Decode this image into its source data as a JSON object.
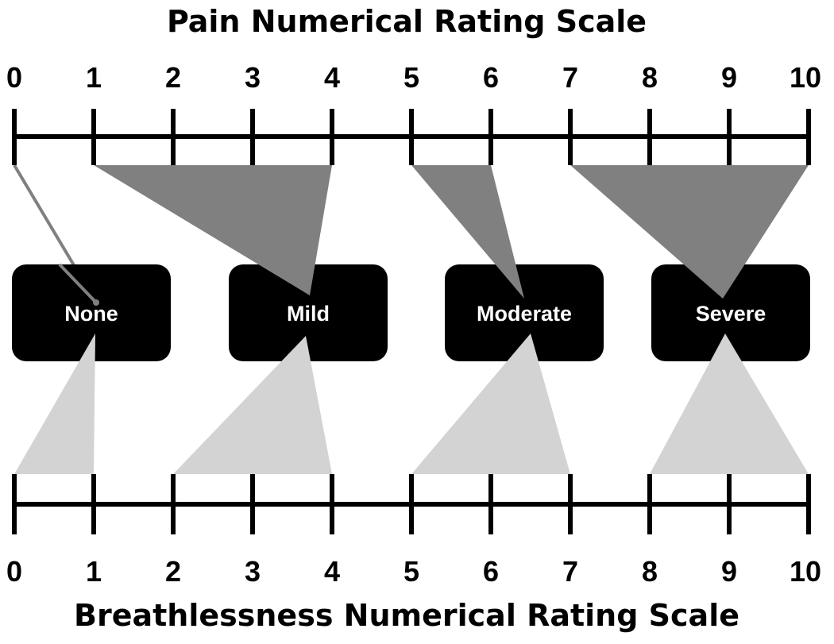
{
  "top_scale": {
    "title": "Pain Numerical Rating Scale",
    "ticks": [
      "0",
      "1",
      "2",
      "3",
      "4",
      "5",
      "6",
      "7",
      "8",
      "9",
      "10"
    ]
  },
  "bottom_scale": {
    "title": "Breathlessness Numerical Rating Scale",
    "ticks": [
      "0",
      "1",
      "2",
      "3",
      "4",
      "5",
      "6",
      "7",
      "8",
      "9",
      "10"
    ]
  },
  "categories": [
    {
      "label": "None",
      "pain_range": [
        0,
        0
      ],
      "breathlessness_range": [
        0,
        1
      ]
    },
    {
      "label": "Mild",
      "pain_range": [
        1,
        4
      ],
      "breathlessness_range": [
        2,
        4
      ]
    },
    {
      "label": "Moderate",
      "pain_range": [
        5,
        6
      ],
      "breathlessness_range": [
        5,
        7
      ]
    },
    {
      "label": "Severe",
      "pain_range": [
        7,
        10
      ],
      "breathlessness_range": [
        8,
        10
      ]
    }
  ],
  "colors": {
    "pain_mapping": "#808080",
    "breathlessness_mapping": "#d3d3d3",
    "box_fill": "#000000",
    "box_text": "#ffffff",
    "axis": "#000000"
  }
}
